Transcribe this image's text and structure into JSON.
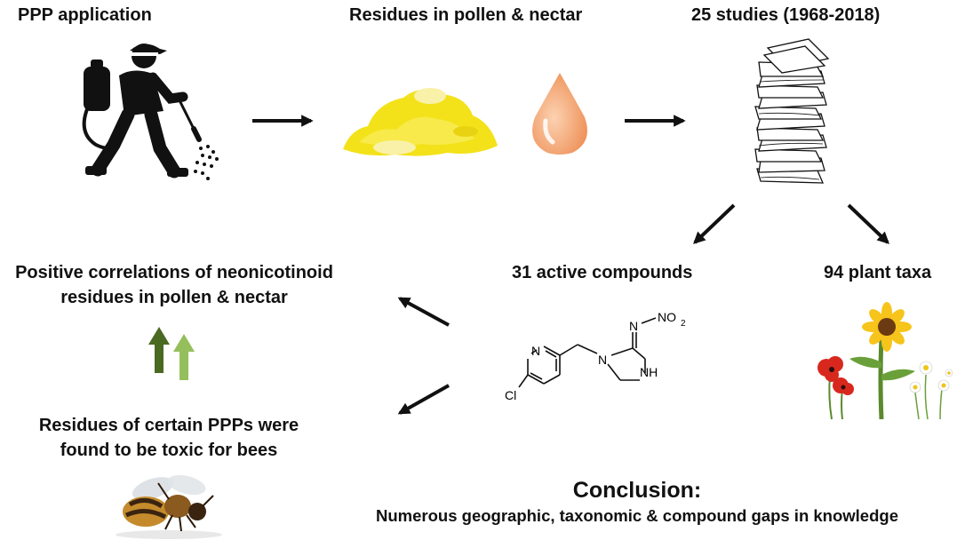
{
  "labels": {
    "ppp_application": "PPP application",
    "residues_pollen_nectar": "Residues in pollen & nectar",
    "studies": "25 studies (1968-2018)",
    "active_compounds": "31 active compounds",
    "plant_taxa": "94 plant taxa",
    "positive_correlations_line1": "Positive correlations of neonicotinoid",
    "positive_correlations_line2": "residues in pollen & nectar",
    "toxic_line1": "Residues of certain PPPs were",
    "toxic_line2": "found to be toxic for bees",
    "conclusion_title": "Conclusion:",
    "conclusion_text": "Numerous geographic, taxonomic & compound gaps in knowledge"
  },
  "molecule": {
    "atom_N_ring": "N",
    "atom_Cl": "Cl",
    "atom_N_imid1": "N",
    "atom_NH": "NH",
    "atom_N_imine": "N",
    "nitro_group": "NO",
    "nitro_subscript": "2"
  },
  "colors": {
    "pollen_yellow": "#f3e21a",
    "nectar_orange": "#f2a070",
    "arrow_dark_green": "#4a6a22",
    "arrow_light_green": "#94bf5c",
    "text": "#111111"
  },
  "icons": {
    "sprayer": "person-spraying-pesticide-icon",
    "pollen": "pollen-pile-icon",
    "nectar": "nectar-drop-icon",
    "papers": "paper-stack-icon",
    "flowers": "flowers-icon",
    "bee": "dead-bee-icon"
  }
}
